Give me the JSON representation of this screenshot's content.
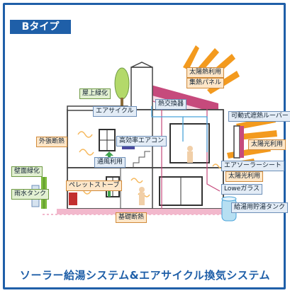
{
  "badge": "Bタイプ",
  "labels": {
    "solar_heat_use": "太陽熱利用",
    "collector_panel": "集熱パネル",
    "rooftop_greening": "屋上緑化",
    "heat_exchanger": "熱交換器",
    "movable_louver": "可動式遮熱ルーバー",
    "air_cycle": "エアサイクル",
    "high_eff_aircon": "高効率エアコン",
    "external_insulation": "外張断熱",
    "solar_light_use_1": "太陽光利用",
    "air_solar_sheet": "エアソーラーシート",
    "wind_use": "通風利用",
    "wall_greening": "壁面緑化",
    "solar_light_use_2": "太陽光利用",
    "pellet_stove": "ペレットストーブ",
    "low_e_glass": "Loweガラス",
    "rain_tank": "雨水タンク",
    "hot_water_tank": "給湯用貯湯タンク",
    "foundation_insulation": "基礎断熱"
  },
  "title": "ソーラー給湯システム&エアサイクル換気システム",
  "colors": {
    "frame": "#1f5fa8",
    "sun_ray": "#f39a1e",
    "warm_air": "#f6b85c",
    "cool_air": "#4aa3d9",
    "roof": "#c64a7c",
    "greenery": "#7dbb3c",
    "floor": "#f2b8cc"
  }
}
